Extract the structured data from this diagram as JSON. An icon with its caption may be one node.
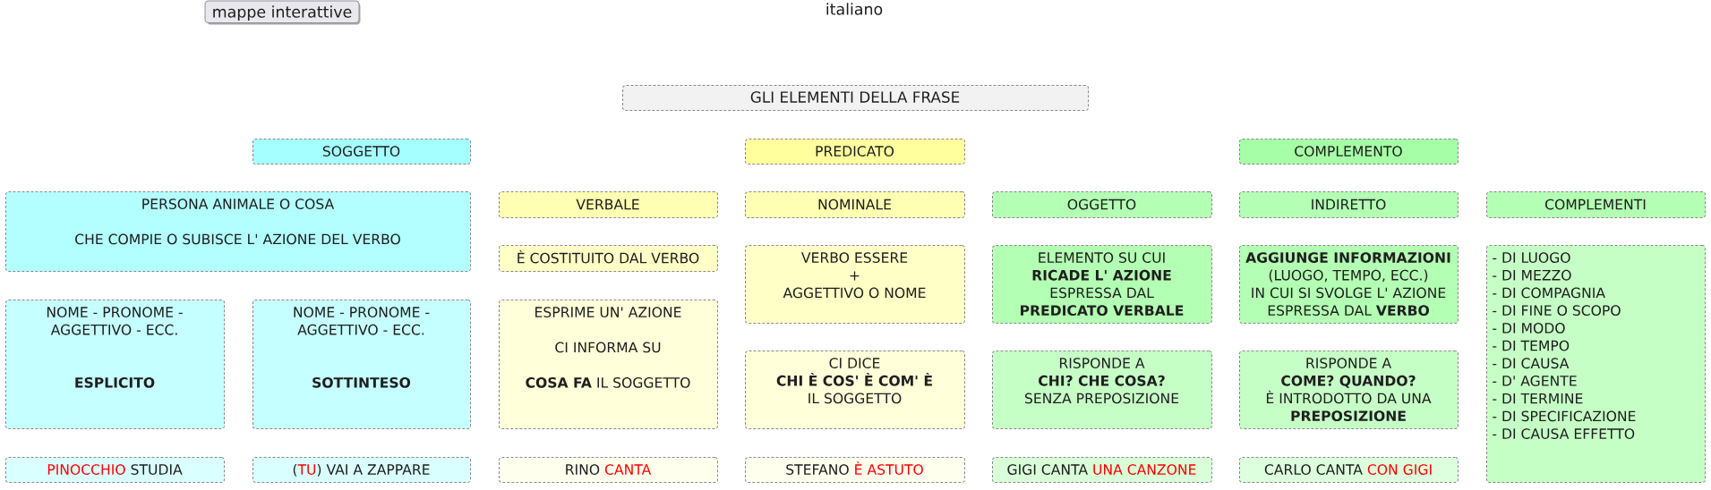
{
  "diagram": {
    "nodes": [
      {
        "text": [
          "GLI ELEMENTI DELLA FRASE"
        ]
      },
      {
        "text": [
          "SOGGETTO"
        ]
      },
      {
        "text": [
          "PREDICATO"
        ]
      },
      {
        "text": [
          "COMPLEMENTO"
        ]
      },
      {
        "text": [
          "PERSONA ANIMALE O COSA",
          "CHE COMPIE O SUBISCE L' AZIONE DEL VERBO"
        ]
      },
      {
        "text": [
          "VERBALE"
        ]
      },
      {
        "text": [
          "NOMINALE"
        ]
      },
      {
        "text": [
          "OGGETTO"
        ]
      },
      {
        "text": [
          "INDIRETTO"
        ]
      },
      {
        "text": [
          "COMPLEMENTI"
        ]
      },
      {
        "text": [
          "È COSTITUITO DAL VERBO"
        ]
      },
      {
        "text": [
          "VERBO ESSERE",
          "+",
          "AGGETTIVO O NOME"
        ]
      },
      {
        "text": [
          "ELEMENTO SU CUI",
          "RICADE L' AZIONE",
          "ESPRESSA DAL",
          "PREDICATO VERBALE"
        ]
      },
      {
        "text": [
          "AGGIUNGE INFORMAZIONI",
          "(LUOGO, TEMPO, ECC.)",
          "IN CUI SI SVOLGE L' AZIONE",
          "ESPRESSA DAL **VERBO**"
        ]
      },
      {
        "text": [
          "- DI LUOGO",
          "- DI MEZZO",
          "- DI COMPAGNIA",
          "- DI FINE O SCOPO",
          "- DI MODO",
          "- DI TEMPO",
          "- DI CAUSA",
          "- D' AGENTE",
          "- DI TERMINE",
          "- DI SPECIFICAZIONE",
          "- DI CAUSA EFFETTO"
        ]
      },
      {
        "text": [
          "NOME - PRONOME - AGGETTIVO - ECC.",
          "ESPLICITO"
        ]
      },
      {
        "text": [
          "NOME - PRONOME - AGGETTIVO - ECC.",
          "SOTTINTESO"
        ]
      },
      {
        "text": [
          "ESPRIME UN' AZIONE",
          "CI INFORMA SU",
          "**COSA FA** IL SOGGETTO"
        ]
      },
      {
        "text": [
          "CI DICE",
          "CHI È COS' È COM' È",
          "IL SOGGETTO"
        ]
      },
      {
        "text": [
          "RISPONDE A",
          "CHI? CHE COSA?",
          "SENZA PREPOSIZIONE"
        ]
      },
      {
        "text": [
          "RISPONDE A",
          "COME? QUANDO?",
          "È INTRODOTTO DA UNA",
          "PREPOSIZIONE"
        ]
      },
      {
        "text": [
          "PINOCCHIO",
          "STUDIA"
        ]
      },
      {
        "text": [
          "(",
          "TU",
          ") VAI A ZAPPARE"
        ]
      },
      {
        "text": [
          "RINO",
          "CANTA"
        ]
      },
      {
        "text": [
          "STEFANO",
          "È ASTUTO"
        ]
      },
      {
        "text": [
          "GIGI CANTA",
          "UNA CANZONE"
        ]
      },
      {
        "text": [
          "CARLO CANTA",
          "CON GIGI"
        ]
      }
    ],
    "labels": [
      "mappe interattive",
      "italiano"
    ]
  }
}
